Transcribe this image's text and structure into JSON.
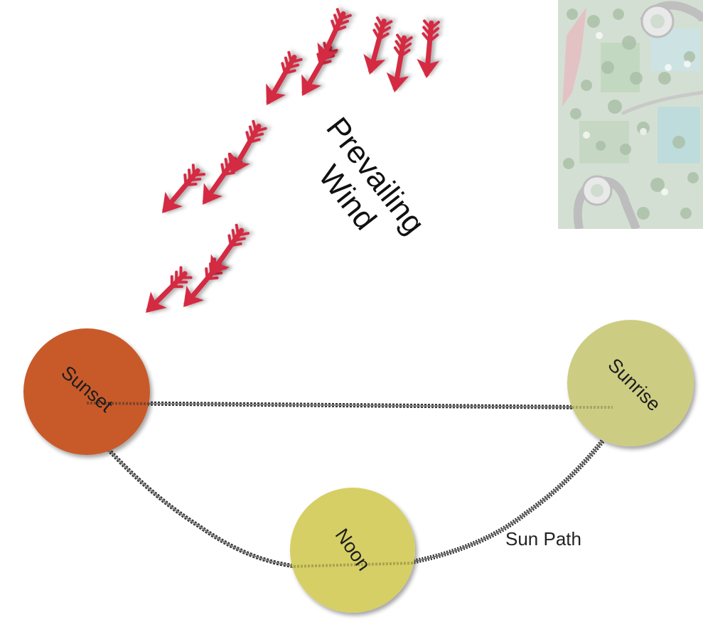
{
  "diagram": {
    "wind_label": {
      "line1": "Prevailing",
      "line2": "Wind"
    },
    "sun_path_label": "Sun Path",
    "sun_positions": [
      {
        "id": "sunset",
        "label": "Sunset",
        "color": "#c85a2c"
      },
      {
        "id": "noon",
        "label": "Noon",
        "color": "#d6cf66"
      },
      {
        "id": "sunrise",
        "label": "Sunrise",
        "color": "#cccd83"
      }
    ],
    "wind_arrow_color": "#d42a43",
    "path_color": "#333333",
    "site_plan_inset": {
      "description_icon": "site-plan-map"
    }
  }
}
